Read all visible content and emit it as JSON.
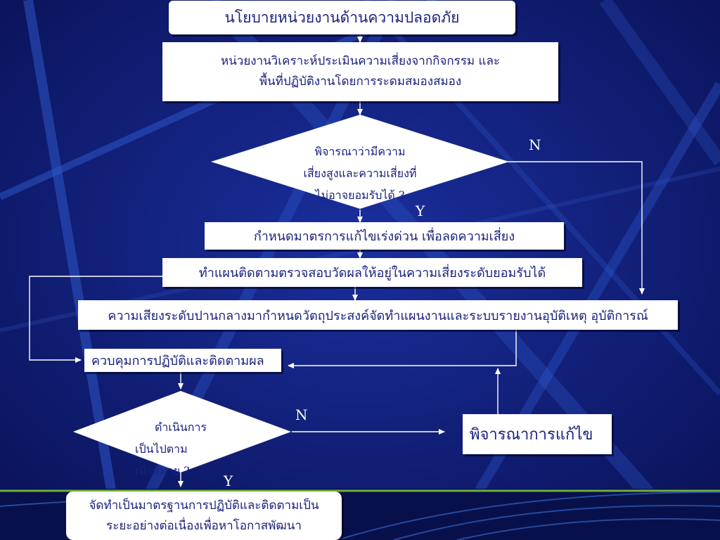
{
  "slide": {
    "title": "นโยบายหน่วยงานด้านความปลอดภัย",
    "step1": [
      "หน่วยงานวิเคราะห์ประเมินความเสี่ยงจากกิจกรรม และ",
      "พื้นที่ปฏิบัติงานโดยการระดมสมองสมอง"
    ],
    "decision1": [
      "พิจารณาว่ามีความ",
      "เสี่ยงสูงและความเสี่ยงที่",
      "ไม่อาจยอมรับได้ ?"
    ],
    "decision1_no": "N",
    "decision1_yes": "Y",
    "step2": "กำหนดมาตรการแก้ไขเร่งด่วน   เพื่อลดความเสี่ยง",
    "step3": "ทำแผนติดตามตรวจสอบวัดผลให้อยู่ในความเสี่ยงระดับยอมรับได้",
    "step4": "ความเสียงระดับปานกลางมากำหนดวัตถุประสงค์จัดทำแผนงานและระบบรายงานอุบัติเหตุ อุบัติการณ์",
    "step5": "ควบคุมการปฏิบัติและติดตามผล",
    "decision2": [
      "ดำเนินการ",
      "เป็นไปตาม",
      "เป้าหมาย ?"
    ],
    "decision2_no": "N",
    "decision2_yes": "Y",
    "step6": "พิจารณาการแก้ไข",
    "step7": [
      "จัดทำเป็นมาตรฐานการปฏิบัติและติดตามเป็น",
      "ระยะอย่างต่อเนื่องเพื่อหาโอกาสพัฒนา"
    ]
  },
  "colors": {
    "background": "#0d1a6e",
    "box": "#ffffff",
    "box_text": "#1a237e",
    "arrow": "#ffffff"
  }
}
